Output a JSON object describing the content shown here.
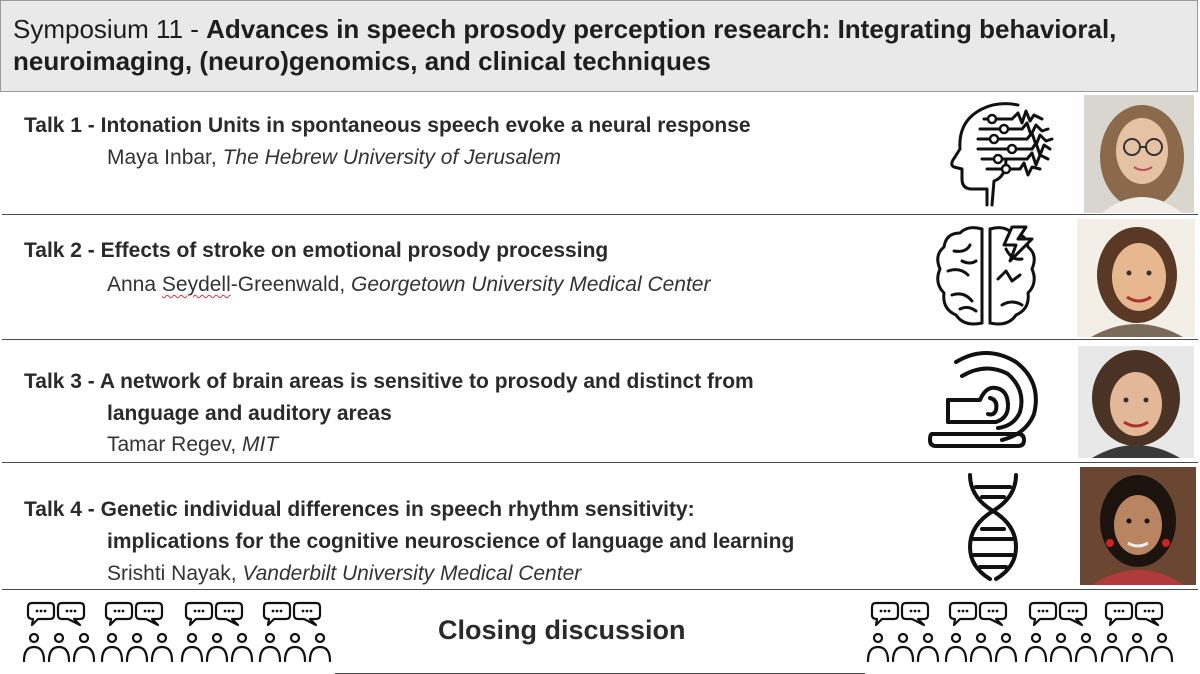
{
  "header": {
    "prefix": "Symposium 11 - ",
    "title": "Advances in speech prosody perception research: Integrating behavioral, neuroimaging, (neuro)genomics, and clinical techniques"
  },
  "talks": [
    {
      "num": "Talk 1 - ",
      "title_line1": "Intonation Units in spontaneous speech evoke a neural response",
      "title_line2": "",
      "speaker": "Maya Inbar, ",
      "affiliation": "The Hebrew University of Jerusalem",
      "icon": "head-circuit-icon"
    },
    {
      "num": "Talk 2 - ",
      "title_line1": "Effects of stroke on emotional prosody processing",
      "title_line2": "",
      "speaker_first": "Anna ",
      "speaker_last": "Seydell",
      "speaker_rest": "-Greenwald, ",
      "affiliation": "Georgetown University Medical Center",
      "icon": "brain-lightning-icon"
    },
    {
      "num": "Talk 3 - ",
      "title_line1": "A network of brain areas is sensitive to prosody and distinct from",
      "title_line2": "language and auditory areas",
      "speaker": "Tamar Regev, ",
      "affiliation": "MIT",
      "icon": "mri-scanner-icon"
    },
    {
      "num": "Talk 4 - ",
      "title_line1": "Genetic individual differences in speech rhythm sensitivity:",
      "title_line2": "implications for the cognitive neuroscience of language and learning",
      "speaker": "Srishti Nayak, ",
      "affiliation": "Vanderbilt University Medical Center",
      "icon": "dna-helix-icon"
    }
  ],
  "closing": {
    "label": "Closing discussion",
    "icon": "discussion-group-icon"
  }
}
